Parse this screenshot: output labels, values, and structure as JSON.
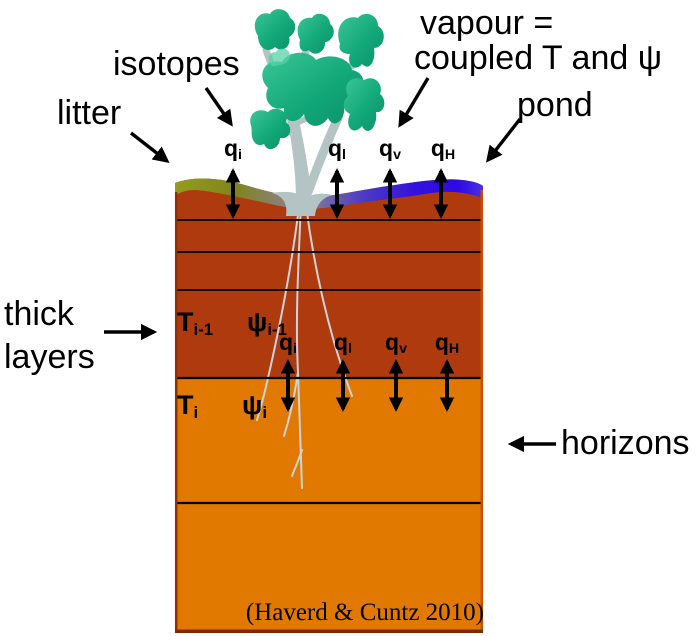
{
  "colors": {
    "background": "#ffffff",
    "soil_upper": "#ae3a0e",
    "soil_lower": "#e17900",
    "litter_olive": "#8f9a1c",
    "pond_blue": "#2e0ae4",
    "surface_gray_purple": "#6f63a8",
    "foliage": "#12a878",
    "foliage_light": "#3cc697",
    "foliage_dark": "#0b9168",
    "trunk": "#b4c3c3",
    "root": "#ccd3d8",
    "line": "#000000",
    "border_left": "#8a3206",
    "border_right": "#c25200",
    "border_bottom": "#7c2a06"
  },
  "labels": {
    "isotopes": "isotopes",
    "litter": "litter",
    "vapour_line1": "vapour =",
    "vapour_line2": "coupled T and ψ",
    "pond": "pond",
    "thick_line1": "thick",
    "thick_line2": "layers",
    "horizons": "horizons",
    "citation": "(Haverd & Cuntz 2010)"
  },
  "surface_fluxes": [
    {
      "base": "q",
      "sub": "i"
    },
    {
      "base": "q",
      "sub": "l"
    },
    {
      "base": "q",
      "sub": "v"
    },
    {
      "base": "q",
      "sub": "H"
    }
  ],
  "layer_fluxes": [
    {
      "base": "q",
      "sub": "i"
    },
    {
      "base": "q",
      "sub": "l"
    },
    {
      "base": "q",
      "sub": "v"
    },
    {
      "base": "q",
      "sub": "H"
    }
  ],
  "state_labels": {
    "temp_upper": {
      "base": "T",
      "sub": "i-1"
    },
    "psi_upper": {
      "base": "ψ",
      "sub": "i-1"
    },
    "temp_lower": {
      "base": "T",
      "sub": "i"
    },
    "psi_lower": {
      "base": "ψ",
      "sub": "i"
    }
  }
}
